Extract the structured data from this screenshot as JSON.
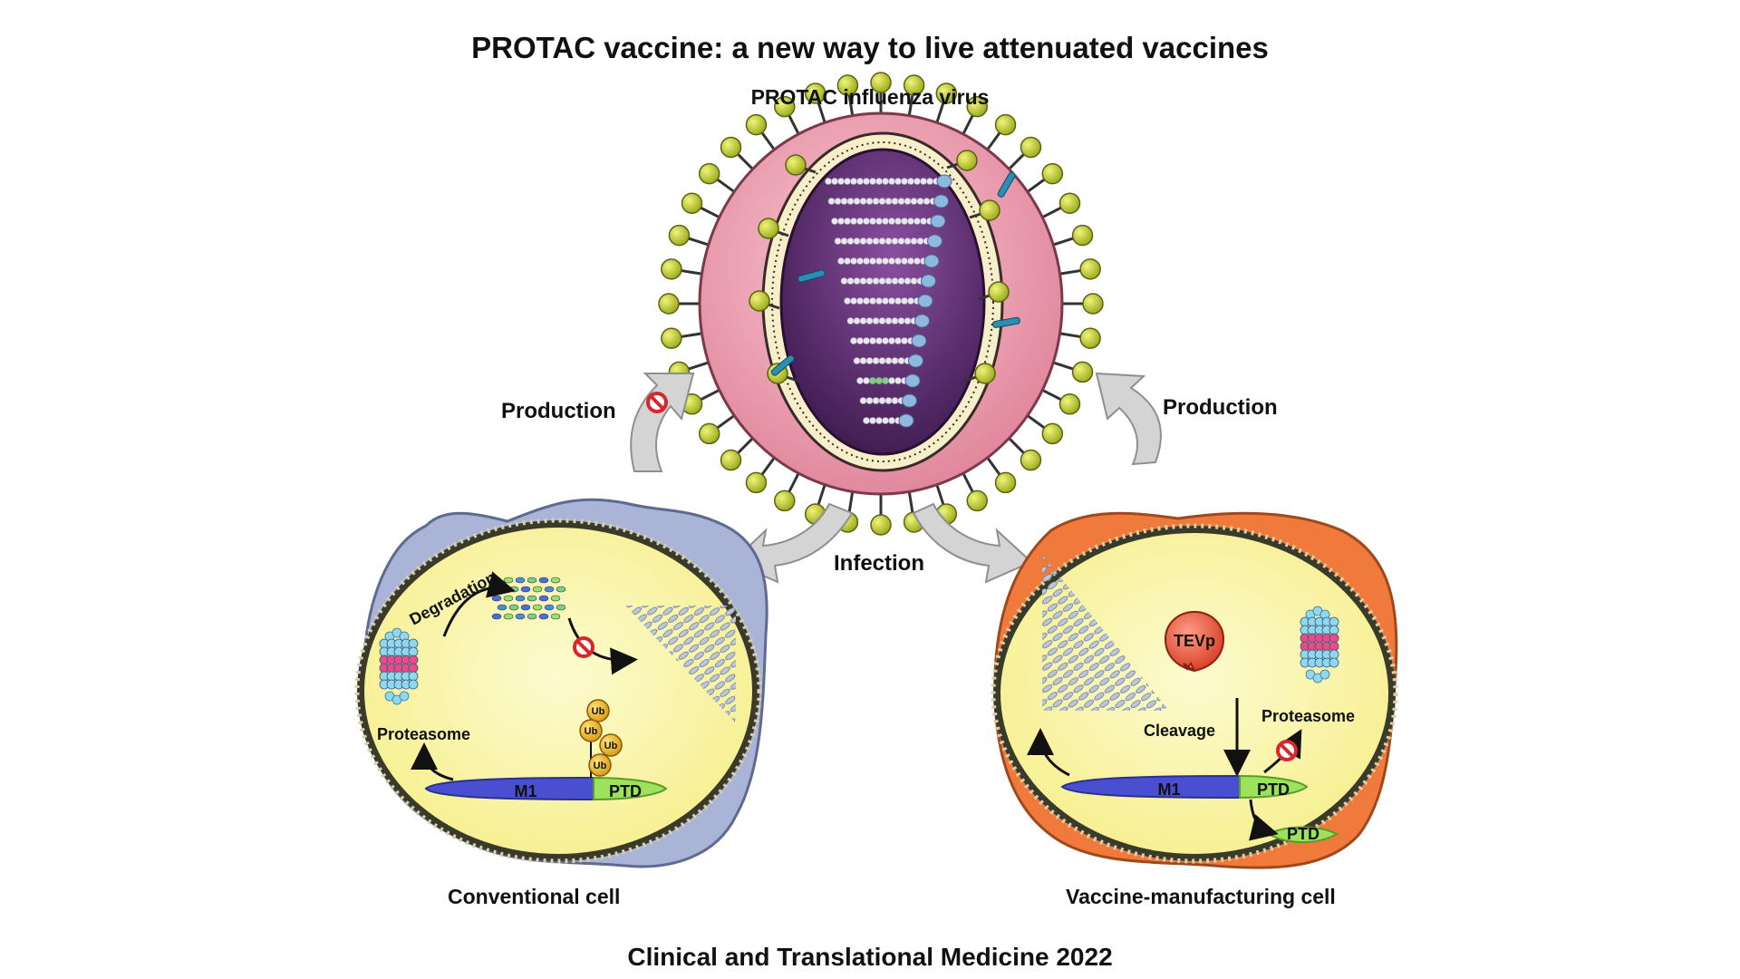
{
  "title": "PROTAC vaccine: a new way to live attenuated vaccines",
  "virus_label": "PROTAC influenza virus",
  "production_left": "Production",
  "production_right": "Production",
  "infection": "Infection",
  "footer": "Clinical and Translational Medicine 2022",
  "left_cell": {
    "caption": "Conventional cell",
    "degradation": "Degradation",
    "proteasome": "Proteasome",
    "m1": "M1",
    "ptd": "PTD",
    "ubiquitin": [
      "Ub",
      "Ub",
      "Ub",
      "Ub"
    ]
  },
  "right_cell": {
    "caption": "Vaccine-manufacturing cell",
    "tevp": "TEVp",
    "cleavage": "Cleavage",
    "proteasome": "Proteasome",
    "m1": "M1",
    "ptd_attached": "PTD",
    "ptd_free": "PTD"
  },
  "colors": {
    "virus_envelope": "#f2a7b5",
    "virus_core": "#5a2a6e",
    "spike_head": "#c8d42a",
    "left_cell_membrane": "#a9b4d6",
    "right_cell_membrane": "#f07a3c",
    "cytoplasm": "#fbf7b0",
    "m1_protein": "#4a4fd1",
    "ptd_domain": "#9be35a",
    "ubiquitin": "#f0b41c",
    "inhibit_sign": "#d9262b",
    "arrow_grey": "#d4d4d4"
  },
  "icons": [
    "inhibit-sign-icon",
    "ubiquitin-icon",
    "proteasome-icon",
    "tevp-icon"
  ]
}
